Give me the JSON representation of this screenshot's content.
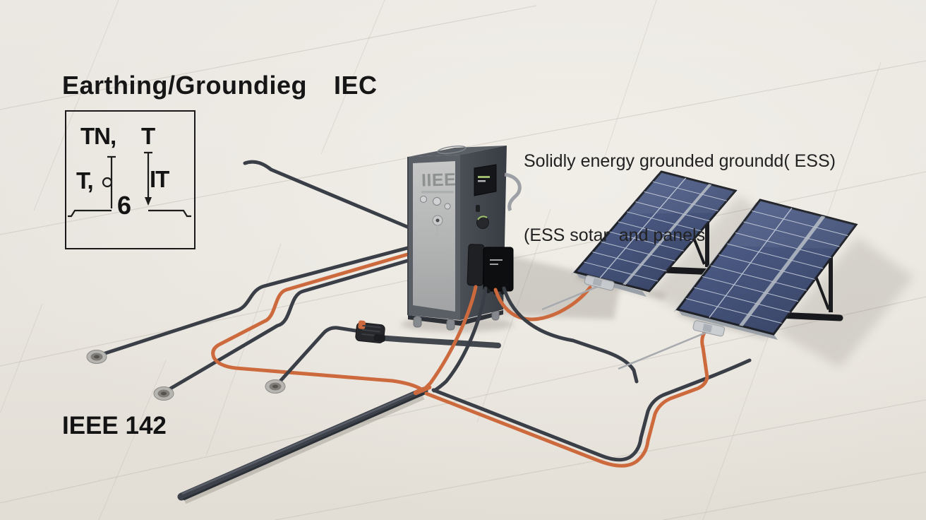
{
  "title": {
    "main": "Earthing/Groundieg",
    "suffix": "IEC"
  },
  "standards_box": {
    "tn": "TN,",
    "t": "T",
    "t2": "T,",
    "it": "IT",
    "num": "6"
  },
  "caption": {
    "line1": "Solidly energy grounded groundd( ESS)",
    "line2": "(ESS sotar  and panels"
  },
  "footer_label": "IEEE 142",
  "ess_unit": {
    "brand": "IIEE"
  },
  "colors": {
    "cable_orange": "#cd6a3d",
    "cable_dark": "#3a3f47",
    "panel_blue": "#46547c",
    "floor": "#e8e5df",
    "text": "#1b1b1b"
  }
}
